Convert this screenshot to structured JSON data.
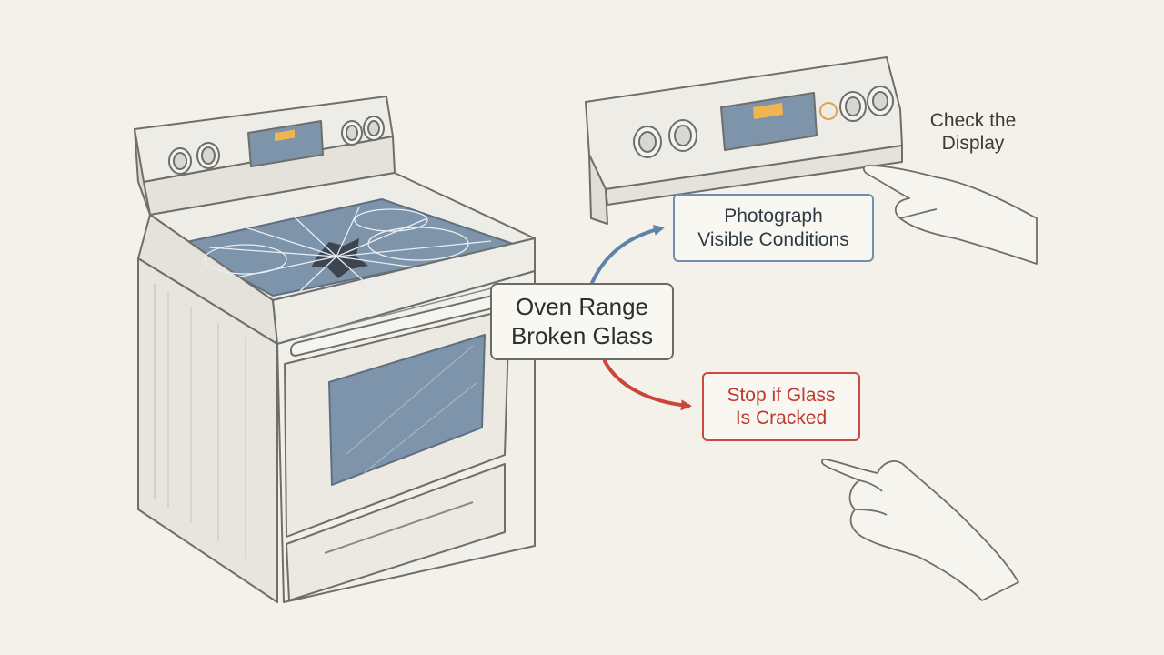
{
  "center_label": {
    "line1": "Oven Range",
    "line2": "Broken Glass"
  },
  "photo_label": {
    "line1": "Photograph",
    "line2": "Visible Conditions"
  },
  "stop_label": {
    "line1": "Stop if Glass",
    "line2": "Is Cracked"
  },
  "check_label": {
    "line1": "Check the",
    "line2": "Display"
  },
  "colors": {
    "background": "#f3f1ea",
    "blue_arrow": "#5d84a8",
    "red_arrow": "#c9463b",
    "glass": "#7d94ab",
    "display": "#f0b450",
    "outline": "#6e6e6a"
  },
  "icons": [
    "oven-range-icon",
    "cracked-cooktop-icon",
    "control-panel-icon",
    "pointing-hand-icon"
  ]
}
